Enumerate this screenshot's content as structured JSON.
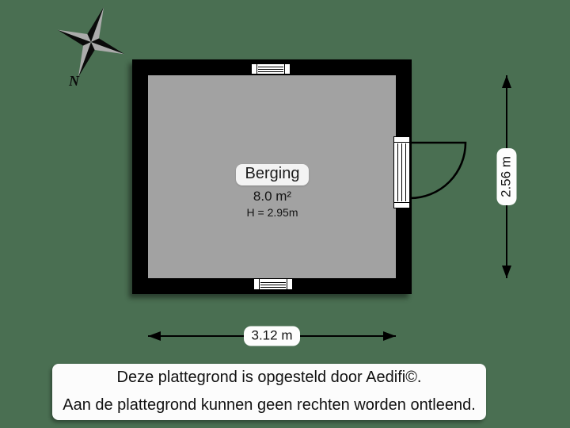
{
  "compass": {
    "north_label": "N"
  },
  "floor_plan": {
    "room": {
      "name": "Berging",
      "area": "8.0 m²",
      "ceiling_height": "H = 2.95m"
    }
  },
  "dimensions": {
    "width_label": "3.12 m",
    "height_label": "2.56 m"
  },
  "footer": {
    "line1": "Deze plattegrond is opgesteld door Aedifi©.",
    "line2": "Aan de plattegrond kunnen geen rechten worden ontleend."
  },
  "colors": {
    "background": "#4a6f52",
    "wall": "#000000",
    "floor": "#a2a2a2",
    "compass_shade": "#ababab",
    "label_pill": "#f3f3f3",
    "footer_bg": "#fcfcfc",
    "text": "#141414"
  }
}
